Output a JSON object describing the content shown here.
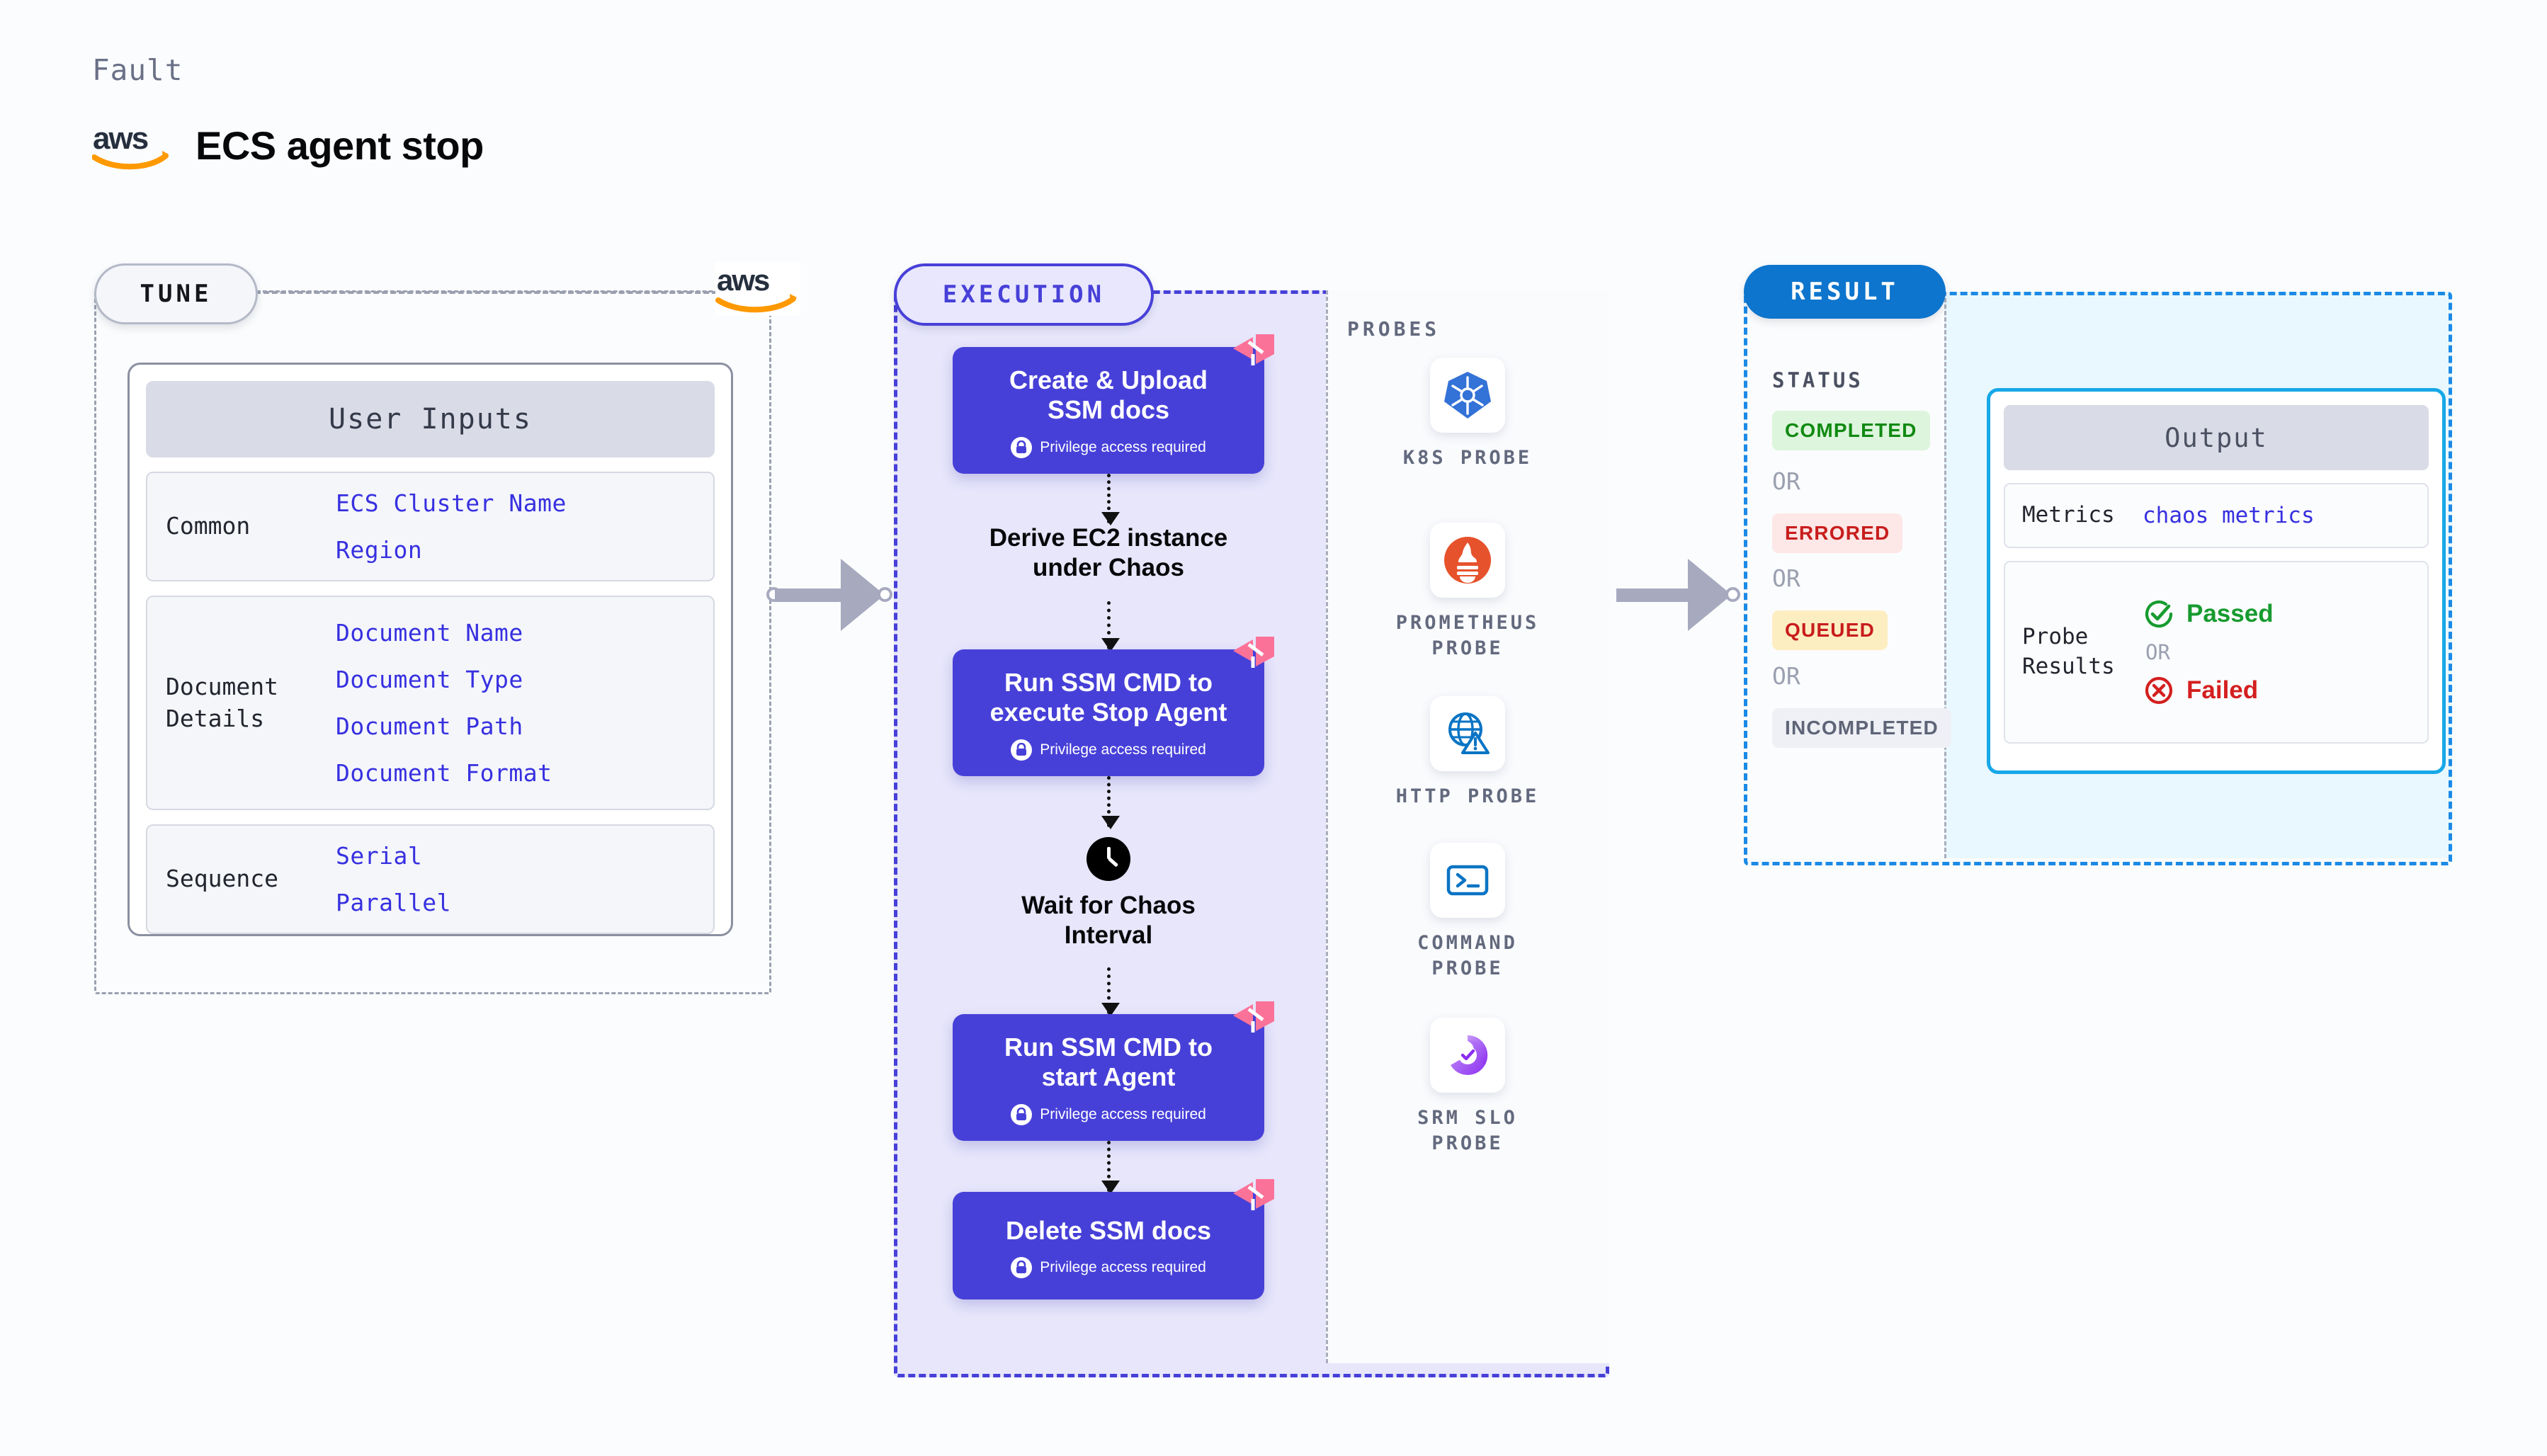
{
  "header": {
    "fault_label": "Fault",
    "title": "ECS agent stop",
    "logo": "aws-logo"
  },
  "tune": {
    "pill_label": "TUNE",
    "logo": "aws-logo",
    "card_title": "User Inputs",
    "groups": [
      {
        "label": "Common",
        "values": [
          "ECS Cluster Name",
          "Region"
        ]
      },
      {
        "label": "Document\nDetails",
        "values": [
          "Document Name",
          "Document Type",
          "Document Path",
          "Document Format"
        ]
      },
      {
        "label": "Sequence",
        "values": [
          "Serial",
          "Parallel"
        ]
      }
    ]
  },
  "execution": {
    "pill_label": "EXECUTION",
    "privilege_text": "Privilege access required",
    "steps": [
      {
        "type": "node",
        "title": "Create & Upload SSM docs",
        "privileged": true
      },
      {
        "type": "plain",
        "title": "Derive EC2 instance under Chaos"
      },
      {
        "type": "node",
        "title": "Run SSM CMD to execute Stop Agent",
        "privileged": true
      },
      {
        "type": "clock",
        "title": "Wait for Chaos Interval"
      },
      {
        "type": "node",
        "title": "Run SSM CMD to start Agent",
        "privileged": true
      },
      {
        "type": "node",
        "title": "Delete SSM docs",
        "privileged": true
      }
    ]
  },
  "probes": {
    "section_label": "PROBES",
    "items": [
      {
        "label": "K8S PROBE",
        "icon": "kubernetes-icon"
      },
      {
        "label": "PROMETHEUS PROBE",
        "icon": "prometheus-icon"
      },
      {
        "label": "HTTP PROBE",
        "icon": "http-globe-icon"
      },
      {
        "label": "COMMAND PROBE",
        "icon": "terminal-icon"
      },
      {
        "label": "SRM SLO PROBE",
        "icon": "srm-slo-icon"
      }
    ]
  },
  "result": {
    "pill_label": "RESULT",
    "status_label": "STATUS",
    "or_label": "OR",
    "statuses": [
      {
        "label": "COMPLETED",
        "bg": "#ddf5dd",
        "fg": "#118a12"
      },
      {
        "label": "ERRORED",
        "bg": "#fde7e7",
        "fg": "#c81d1d"
      },
      {
        "label": "QUEUED",
        "bg": "#fdeec2",
        "fg": "#c81d1d"
      },
      {
        "label": "INCOMPLETED",
        "bg": "#eef0f5",
        "fg": "#5f6577"
      }
    ],
    "output": {
      "title": "Output",
      "metrics_label": "Metrics",
      "metrics_value": "chaos metrics",
      "probe_results_label": "Probe\nResults",
      "passed_label": "Passed",
      "failed_label": "Failed",
      "or_label": "OR"
    }
  },
  "colors": {
    "node_indigo": "#4740d8",
    "execution_bg": "#e7e6fb",
    "result_border": "#1b8ae6",
    "output_border": "#17a8e8",
    "result_bg": "#e9f8fe",
    "aws_orange": "#f90",
    "ribbon_pink": "#fb7299"
  }
}
